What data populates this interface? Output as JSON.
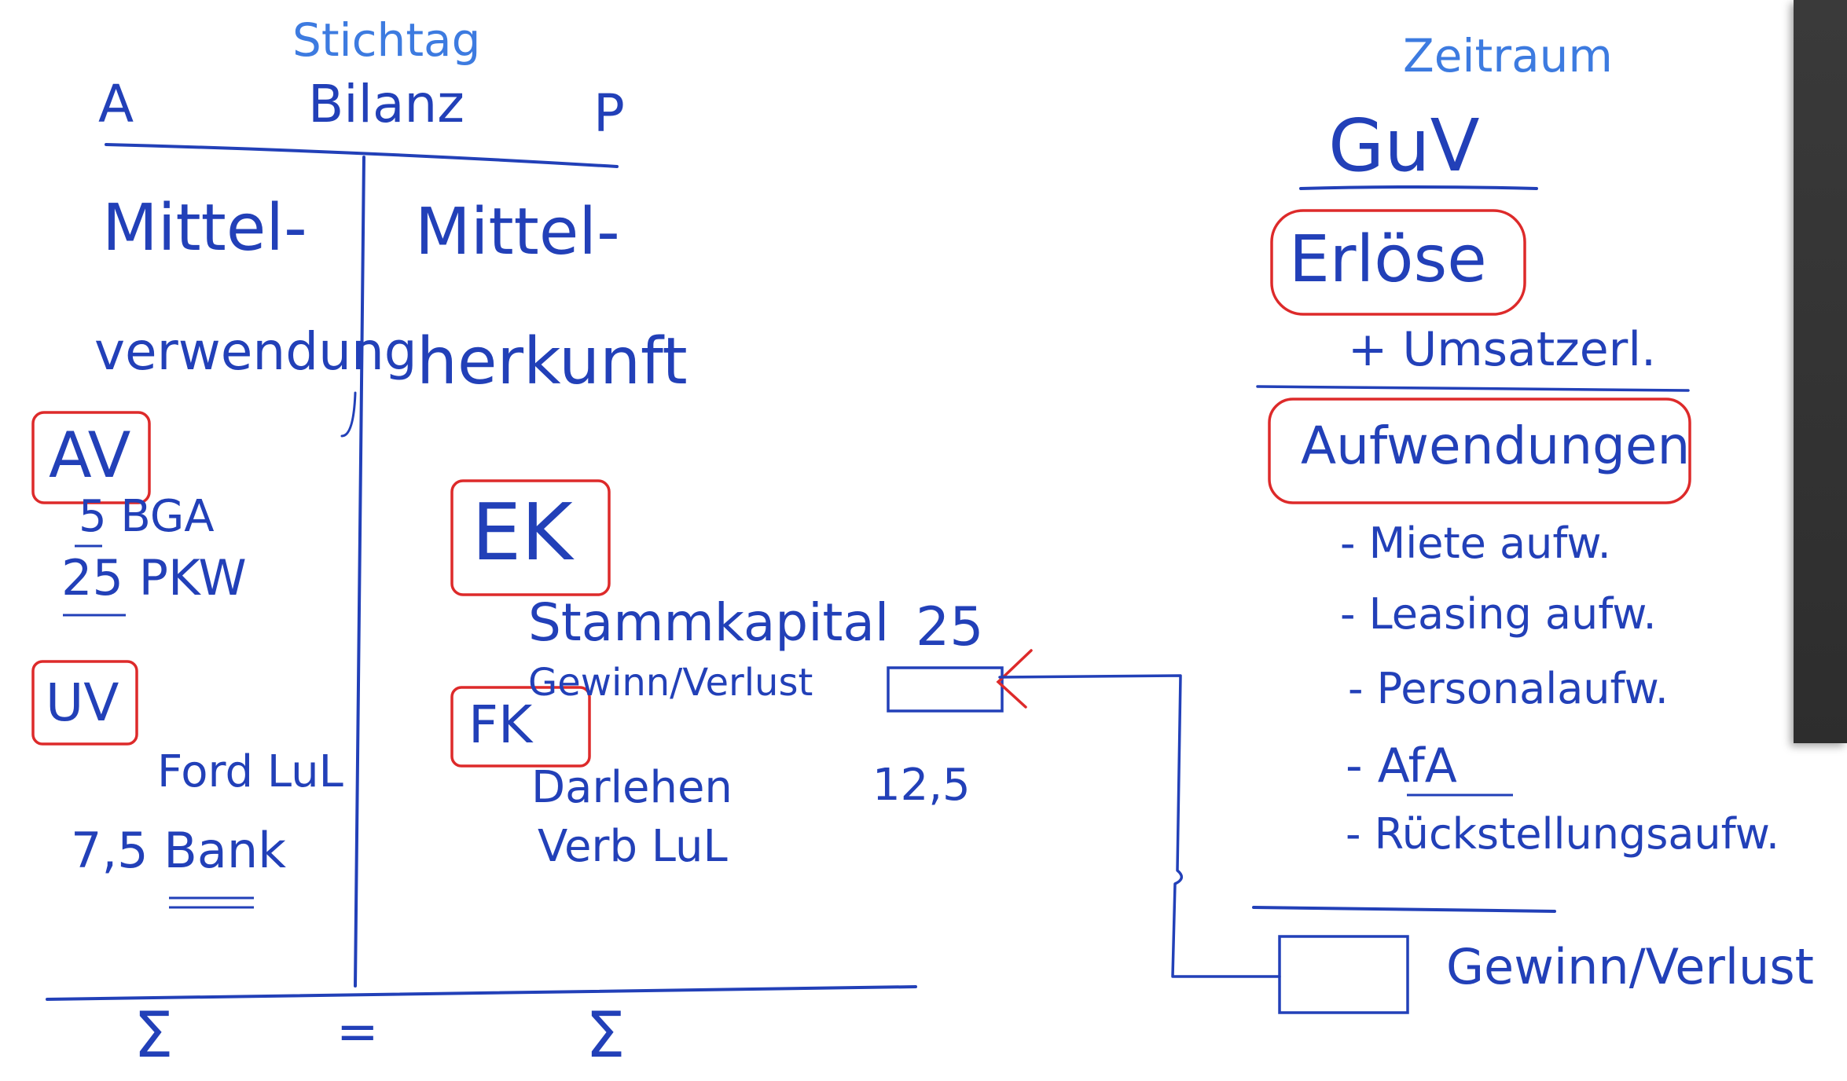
{
  "balance": {
    "header_note": "Stichtag",
    "title": "Bilanz",
    "left_side": "A",
    "right_side": "P",
    "left_heading_1": "Mittel-",
    "left_heading_2": "verwendung",
    "right_heading_1": "Mittel-",
    "right_heading_2": "herkunft",
    "av_box": "AV",
    "av_line_1": "5 BGA",
    "av_line_2": "25 PKW",
    "uv_box": "UV",
    "uv_line_1": "Ford LuL",
    "uv_line_2": "7,5 Bank",
    "ek_box": "EK",
    "ek_line_1": "Stammkapital",
    "ek_value_1": "25",
    "ek_line_2": "Gewinn/Verlust",
    "fk_box": "FK",
    "fk_line_1": "Darlehen",
    "fk_value_1": "12,5",
    "fk_line_2": "Verb LuL",
    "sum_left": "Σ",
    "equals": "=",
    "sum_right": "Σ"
  },
  "guv": {
    "header_note": "Zeitraum",
    "title": "GuV",
    "revenue_box": "Erlöse",
    "revenue_item": "+ Umsatzerl.",
    "expense_box": "Aufwendungen",
    "expense_items": [
      "- Miete aufw.",
      "- Leasing aufw.",
      "- Personalaufw.",
      "- AfA",
      "- Rückstellungsaufw."
    ],
    "result_label": "Gewinn/Verlust"
  },
  "colors": {
    "ink": "#2240b8",
    "note": "#3d7be0",
    "highlight": "#dd2a2a"
  }
}
